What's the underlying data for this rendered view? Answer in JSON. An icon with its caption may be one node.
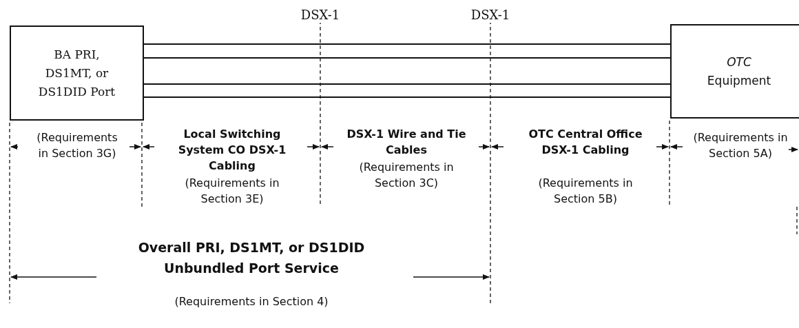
{
  "diagram": {
    "nodes": [
      {
        "text": [
          "BA PRI, DS1MT, or DS1DID Port"
        ]
      },
      {
        "text": [
          "*OTC* Equipment"
        ]
      }
    ],
    "edges": [
      {
        "from": 0,
        "to": 1,
        "arrow": "none"
      },
      {
        "from": 0,
        "to": 1,
        "arrow": "none"
      },
      {
        "from": 0,
        "to": 1,
        "arrow": "none"
      },
      {
        "from": 0,
        "to": 1,
        "arrow": "none"
      }
    ],
    "labels": [
      "DSX-1",
      "DSX-1",
      "(Requirements in Section 3G)",
      "Local Switching System CO DSX-1 Cabling",
      "(Requirements in Section 3E)",
      "DSX-1 Wire and Tie Cables",
      "(Requirements in Section 3C)",
      "OTC Central Office DSX-1 Cabling",
      "(Requirements in Section 5B)",
      "(Requirements in Section 5A)",
      "Overall PRI, DS1MT, or DS1DID Unbundled Port Service",
      "(Requirements in Section 4)"
    ]
  }
}
